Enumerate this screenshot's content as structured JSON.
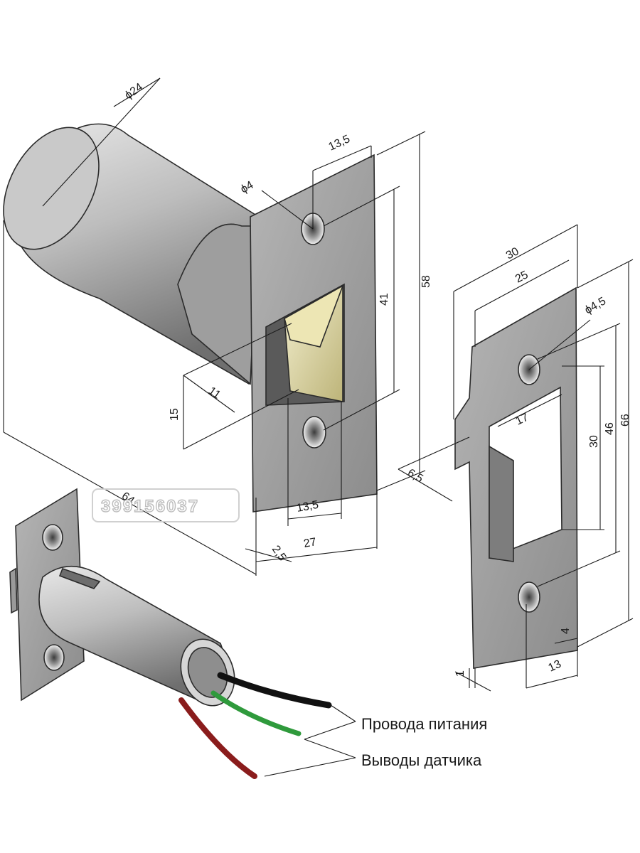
{
  "dimensions": {
    "body_diameter": "ϕ24",
    "hole_diameter": "ϕ4",
    "faceplate_width_top": "13,5",
    "faceplate_height": "58",
    "hole_spacing": "41",
    "latch_depth": "11",
    "latch_height": "15",
    "total_length": "64",
    "latch_offset": "13,5",
    "plate_thickness": "2,5",
    "faceplate_width": "27",
    "strike_width": "30",
    "strike_inner_width": "25",
    "strike_hole_diameter": "ϕ4,5",
    "strike_opening_width": "17",
    "strike_opening_height": "30",
    "strike_hole_spacing": "46",
    "strike_height": "66",
    "strike_lip_offset": "6,5",
    "strike_edge": "4",
    "strike_hole_offset": "13",
    "strike_thickness": "1"
  },
  "wires": {
    "power_label": "Провода питания",
    "sensor_label": "Выводы датчика"
  },
  "watermark": "399156037",
  "colors": {
    "metal": "#b9b9b9",
    "latch": "#e3dcaa",
    "wire_black": "#111111",
    "wire_green": "#2f9a3c",
    "wire_red": "#8a1c1c"
  }
}
